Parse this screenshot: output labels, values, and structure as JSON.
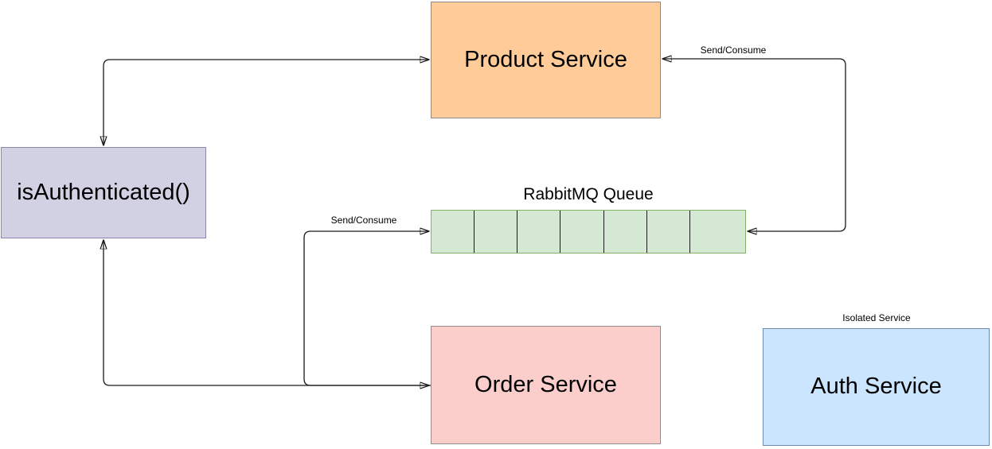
{
  "diagram": {
    "background": "#ffffff",
    "edge_color": "#1a1a1a",
    "nodes": {
      "product": {
        "label": "Product Service",
        "fill": "#ffcc99",
        "stroke": "#8c8c8c"
      },
      "auth_check": {
        "label": "isAuthenticated()",
        "fill": "#d2d0e3",
        "stroke": "#8b86ae"
      },
      "queue": {
        "label": "RabbitMQ Queue",
        "cells": 7,
        "fill": "#d5e8d4",
        "stroke": "#82b366",
        "divider_color": "#1a1a1a"
      },
      "order": {
        "label": "Order Service",
        "fill": "#fbcecc",
        "stroke": "#8f8f8f"
      },
      "auth": {
        "label": "Auth Service",
        "annotation": "Isolated Service",
        "fill": "#cce5ff",
        "stroke": "#6e8cae"
      }
    },
    "edges": {
      "auth_check_product": {
        "label": "",
        "bidirectional": true
      },
      "auth_check_order": {
        "label": "",
        "bidirectional": true
      },
      "order_queue": {
        "label": "Send/Consume",
        "bidirectional": false
      },
      "product_queue": {
        "label": "Send/Consume",
        "bidirectional": true
      }
    }
  }
}
